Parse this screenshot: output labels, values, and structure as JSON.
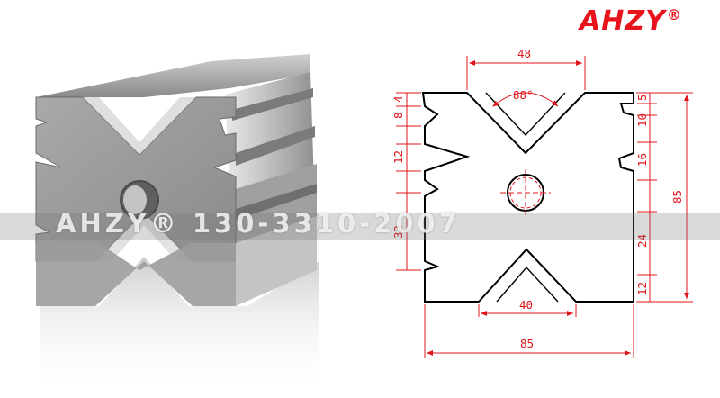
{
  "brand": {
    "logo_text": "AHZY",
    "registered_mark": "®"
  },
  "watermark": {
    "text": "AHZY® 130-3310-2007"
  },
  "drawing": {
    "colors": {
      "outline": "#000000",
      "dimension": "#e0141b",
      "metal_light": "#c9c9c9",
      "metal_dark": "#6d6d6d"
    },
    "dimensions": {
      "top_width": "48",
      "top_angle": "88°",
      "bottom_width": "40",
      "overall_width": "85",
      "overall_height": "85",
      "left_top_small": "4",
      "left_second": "8",
      "left_groove": "12",
      "left_lower": "32",
      "right_top": "5",
      "right_second": "10",
      "right_third": "16",
      "right_fourth": "24",
      "right_bottom": "12"
    }
  }
}
